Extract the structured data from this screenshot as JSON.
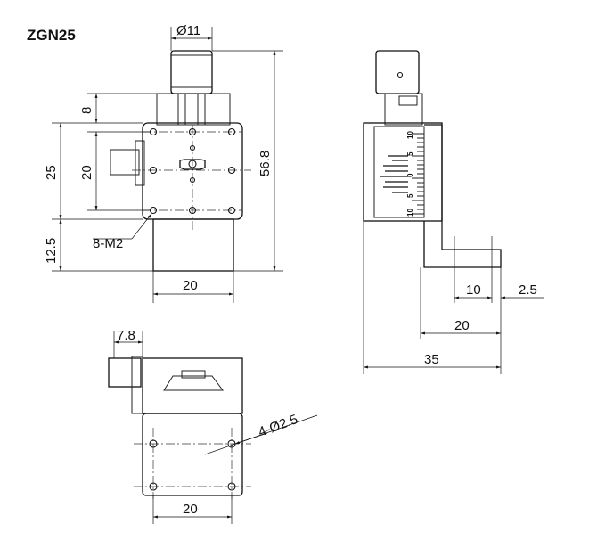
{
  "title": "ZGN25",
  "front_view": {
    "knob_diameter": "Ø11",
    "height_top": "8",
    "height_body": "25",
    "hole_spacing_v": "20",
    "height_bottom": "12.5",
    "total_height": "56.8",
    "thread_callout": "8-M2",
    "width_bottom": "20"
  },
  "side_view": {
    "scale_labels": [
      "10",
      "5",
      "0",
      "5",
      "10"
    ],
    "dim_10": "10",
    "dim_2_5": "2.5",
    "dim_20": "20",
    "dim_35": "35"
  },
  "bottom_view": {
    "offset": "7.8",
    "hole_callout": "4-Ø2.5",
    "width_bottom": "20"
  }
}
